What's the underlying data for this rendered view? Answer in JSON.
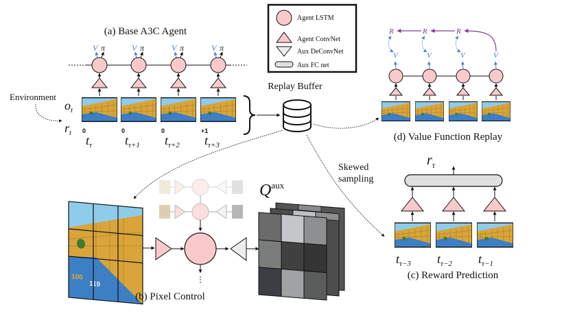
{
  "legend": {
    "items": [
      {
        "shape": "circle",
        "label": "Agent LSTM"
      },
      {
        "shape": "triangle-up",
        "label": "Agent ConvNet"
      },
      {
        "shape": "triangle-down",
        "label": "Aux DeConvNet"
      },
      {
        "shape": "pill",
        "label": "Aux FC net"
      }
    ]
  },
  "colors": {
    "lstm_fill": "#f9c9cb",
    "convnet_fill": "#f9c9cb",
    "deconv_fill": "#ececec",
    "fc_fill": "#e0e0e0",
    "value_blue": "#4a7fc8",
    "return_purple": "#7a3d94",
    "sky": "#8fcbea",
    "wall": "#d9a53a",
    "floor": "#3d7fc4"
  },
  "panel_a": {
    "title": "(a) Base A3C Agent",
    "environment_label": "Environment",
    "obs_label": "o",
    "obs_sub": "t",
    "reward_label": "r",
    "reward_sub": "t",
    "value_symbol": "V",
    "policy_symbol": "π",
    "steps": [
      {
        "reward": "0",
        "time": "t",
        "time_sub": "τ"
      },
      {
        "reward": "0",
        "time": "t",
        "time_sub": "τ+1"
      },
      {
        "reward": "0",
        "time": "t",
        "time_sub": "τ+2"
      },
      {
        "reward": "+1",
        "time": "t",
        "time_sub": "τ+3"
      }
    ]
  },
  "replay": {
    "label": "Replay Buffer",
    "skewed_label_line1": "Skewed",
    "skewed_label_line2": "sampling"
  },
  "panel_b": {
    "title": "(b) Pixel Control",
    "q_label": "Q",
    "q_sup": "aux",
    "hud_health": "100",
    "hud_ammo": "119",
    "q_grid": [
      [
        "#6b6b6b",
        "#c4c6ca",
        "#8e8f91"
      ],
      [
        "#7a7d7b",
        "#404040",
        "#353535"
      ],
      [
        "#3b3f43",
        "#a0a3a3",
        "#5b5d5d"
      ]
    ]
  },
  "panel_c": {
    "title": "(c) Reward Prediction",
    "output_label": "r",
    "output_sub": "τ",
    "steps": [
      {
        "time": "t",
        "time_sub": "τ−3"
      },
      {
        "time": "t",
        "time_sub": "τ−2"
      },
      {
        "time": "t",
        "time_sub": "τ−1"
      }
    ]
  },
  "panel_d": {
    "title": "(d) Value Function Replay",
    "return_symbol": "R",
    "value_symbol": "V",
    "count": 4
  }
}
